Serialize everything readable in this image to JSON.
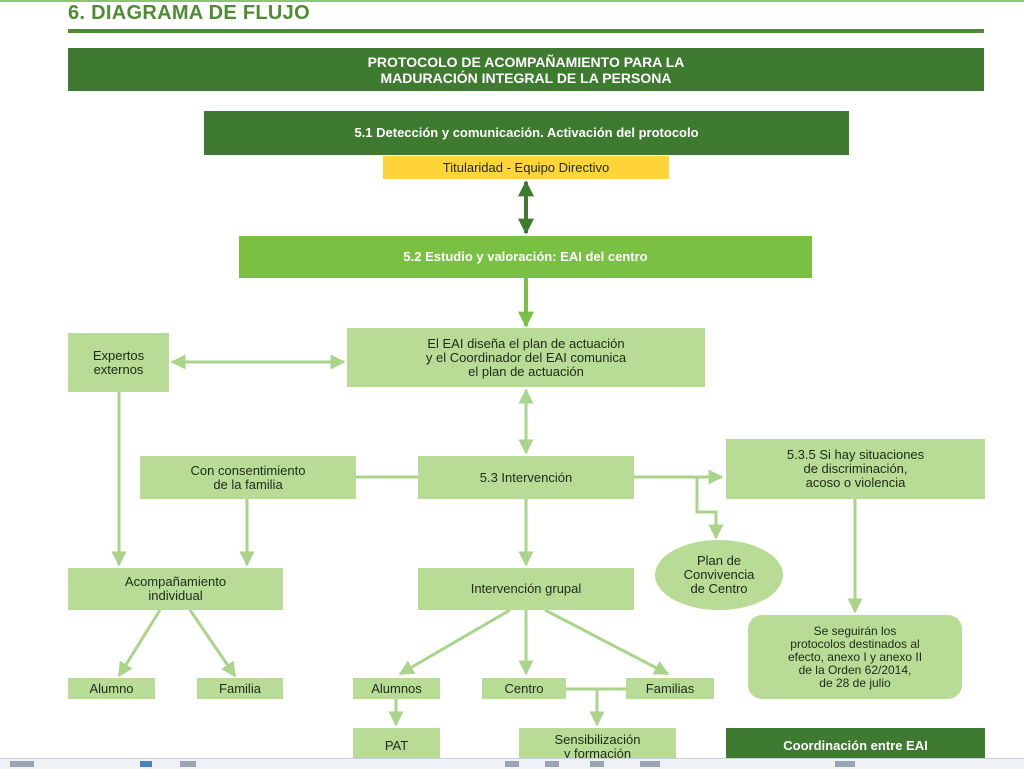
{
  "section": {
    "title": "6. DIAGRAMA DE FLUJO"
  },
  "banner": {
    "text": "PROTOCOLO DE ACOMPAÑAMIENTO PARA LA\nMADURACIÓN INTEGRAL DE LA PERSONA"
  },
  "nodes": {
    "deteccion": "5.1 Detección y comunicación. Activación del protocolo",
    "titularidad": "Titularidad - Equipo Directivo",
    "estudio": "5.2 Estudio y valoración: EAI del centro",
    "eai_disena": "El EAI diseña el plan de actuación\ny el Coordinador del EAI comunica\nel plan de actuación",
    "expertos": "Expertos\nexternos",
    "consentimiento": "Con consentimiento\nde la familia",
    "intervencion": "5.3 Intervención",
    "discriminacion": "5.3.5 Si hay situaciones\nde discriminación,\nacoso o violencia",
    "plan_convivencia": "Plan de\nConvivencia\nde Centro",
    "acompanamiento": "Acompañamiento\nindividual",
    "intervencion_grupal": "Intervención grupal",
    "protocolos": "Se seguirán los\nprotocolos destinados al\nefecto, anexo I y anexo II\nde la Orden 62/2014,\nde 28 de julio",
    "alumno": "Alumno",
    "familia": "Familia",
    "alumnos": "Alumnos",
    "centro": "Centro",
    "familias": "Familias",
    "pat": "PAT",
    "sensibilizacion": "Sensibilización\ny formación",
    "coordinacion": "Coordinación entre EAI"
  },
  "colors": {
    "dark_green": "#3e7a2f",
    "mid_green": "#7ac143",
    "light_green": "#b8dc95",
    "arrow_green": "#a9d48a",
    "yellow": "#ffd43b"
  }
}
